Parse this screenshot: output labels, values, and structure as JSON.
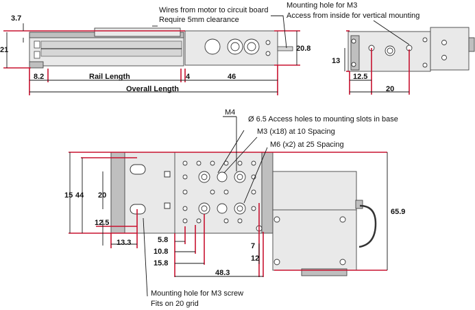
{
  "top_view": {
    "dim_3_7": "3.7",
    "dim_21": "21",
    "dim_8_2": "8.2",
    "rail_length": "Rail Length",
    "dim_4": "4",
    "dim_46": "46",
    "overall_length": "Overall Length",
    "dim_20_8": "20.8",
    "wires_note_1": "Wires from motor to circuit board",
    "wires_note_2": "Require 5mm clearance"
  },
  "end_view": {
    "mount_note_1": "Mounting hole for M3",
    "mount_note_2": "Access from inside for vertical mounting",
    "dim_13": "13",
    "dim_12_5": "12.5",
    "dim_20": "20"
  },
  "plan_view": {
    "m4": "M4",
    "access_note": "Ø 6.5 Access holes to mounting slots in base",
    "m3_note": "M3 (x18) at 10 Spacing",
    "m6_note": "M6 (x2) at 25 Spacing",
    "dim_15": "15",
    "dim_44": "44",
    "dim_20": "20",
    "dim_12_5": "12.5",
    "dim_13_3": "13.3",
    "dim_5_8": "5.8",
    "dim_10_8": "10.8",
    "dim_15_8": "15.8",
    "dim_7": "7",
    "dim_12": "12",
    "dim_48_3": "48.3",
    "dim_65_9": "65.9",
    "screw_note_1": "Mounting hole for M3 screw",
    "screw_note_2": "Fits on 20 grid"
  }
}
